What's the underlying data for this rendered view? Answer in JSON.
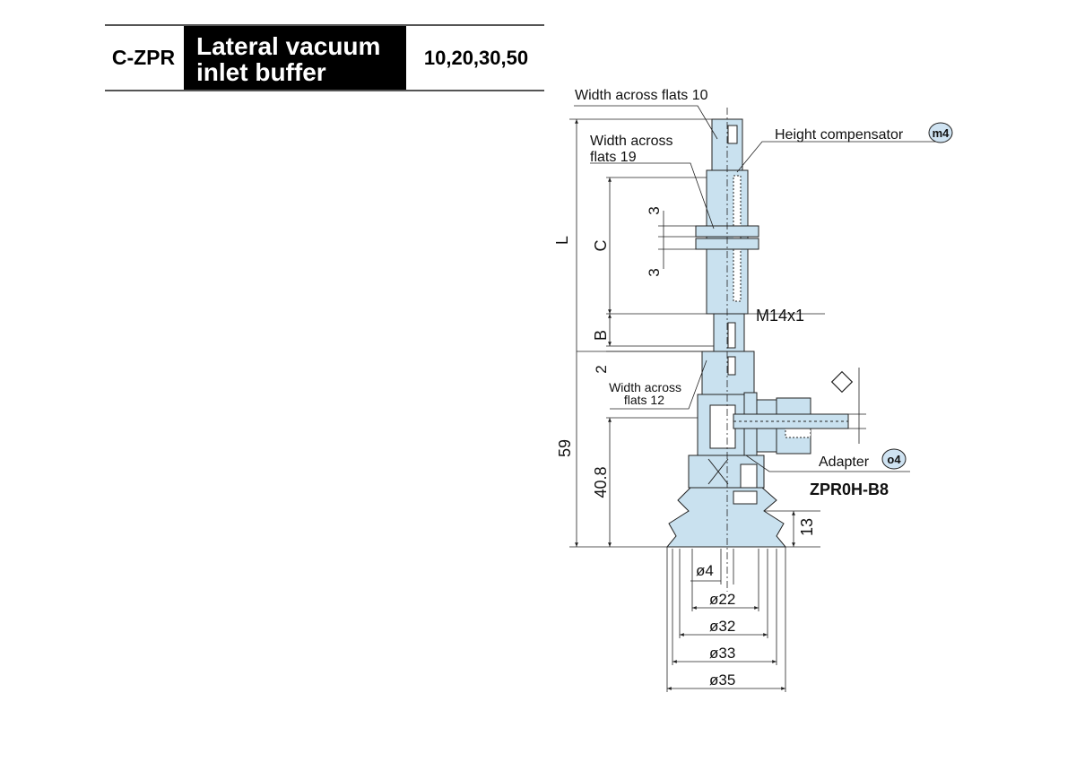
{
  "header": {
    "code": "C-ZPR",
    "title_line1": "Lateral vacuum",
    "title_line2": "inlet buffer",
    "sizes": "10,20,30,50"
  },
  "labels": {
    "width_flats_10": "Width across flats 10",
    "height_compensator": "Height compensator",
    "badge_m4": "m4",
    "width_flats_19_l1": "Width across",
    "width_flats_19_l2": "flats 19",
    "dim_L": "L",
    "dim_C": "C",
    "dim_3a": "3",
    "dim_3b": "3",
    "m14": "M14x1",
    "dim_B": "B",
    "dim_2": "2",
    "width_flats_12_l1": "Width across",
    "width_flats_12_l2": "flats 12",
    "dim_59": "59",
    "dim_408": "40.8",
    "adapter": "Adapter",
    "badge_o4": "o4",
    "part_no": "ZPR0H-B8",
    "dim_13": "13",
    "d4": "ø4",
    "d22": "ø22",
    "d32": "ø32",
    "d33": "ø33",
    "d35": "ø35"
  },
  "colors": {
    "part_fill": "#c9e1ef",
    "line": "#222222",
    "badge_fill": "#cfe3f2"
  }
}
